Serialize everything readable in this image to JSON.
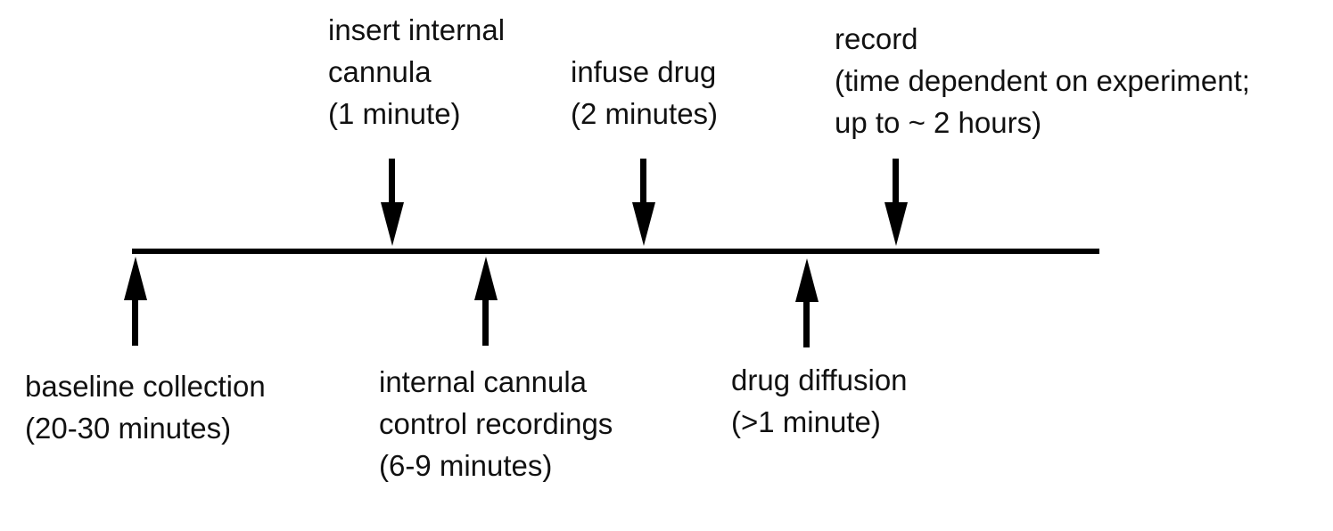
{
  "colors": {
    "line": "#000000",
    "text": "#111111",
    "background": "#ffffff"
  },
  "timeline": {
    "type": "procedure-timeline",
    "events_above": [
      {
        "name": "insert-internal-cannula",
        "arrow": "down",
        "lines": [
          "insert internal",
          "cannula",
          "(1 minute)"
        ]
      },
      {
        "name": "infuse-drug",
        "arrow": "down",
        "lines": [
          "infuse drug",
          "(2 minutes)"
        ]
      },
      {
        "name": "record",
        "arrow": "down",
        "lines": [
          "record",
          "(time dependent on experiment;",
          "up to ~ 2 hours)"
        ]
      }
    ],
    "events_below": [
      {
        "name": "baseline-collection",
        "arrow": "up",
        "lines": [
          "baseline collection",
          "(20-30 minutes)"
        ]
      },
      {
        "name": "internal-cannula-control-recordings",
        "arrow": "up",
        "lines": [
          "internal cannula",
          "control recordings",
          "(6-9 minutes)"
        ]
      },
      {
        "name": "drug-diffusion",
        "arrow": "up",
        "lines": [
          "drug diffusion",
          "(>1 minute)"
        ]
      }
    ]
  }
}
